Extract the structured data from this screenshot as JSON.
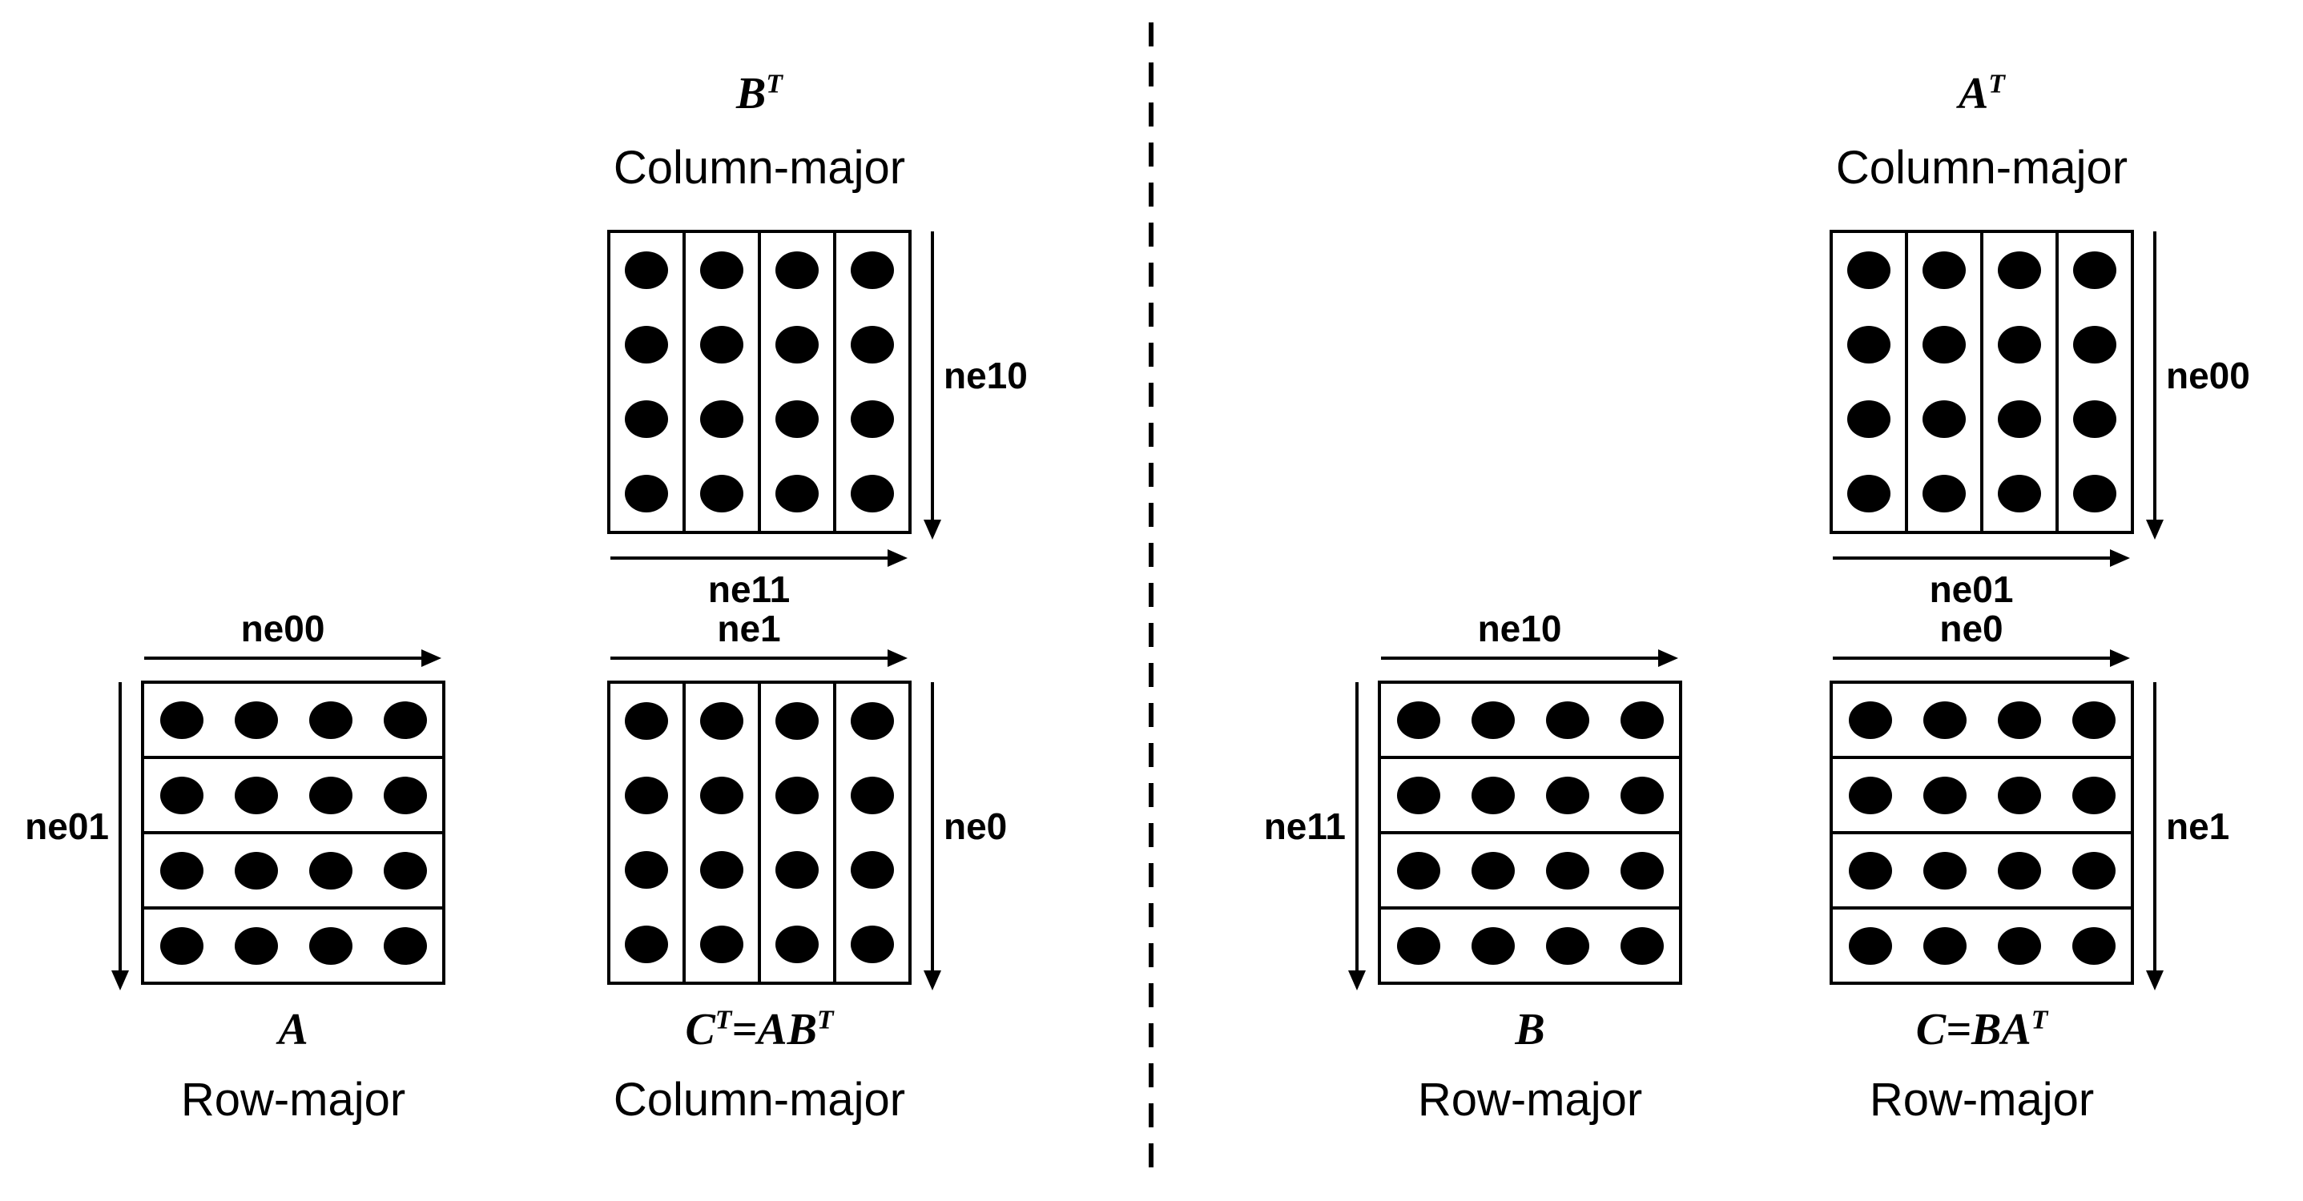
{
  "figure": {
    "description_title": "",
    "colors": {
      "ink": "#000000",
      "background": "#ffffff"
    }
  },
  "matrices": {
    "bt": {
      "name": {
        "p1": "B",
        "s1": "T"
      },
      "layout": "Column-major",
      "orientation": "column",
      "rows": 4,
      "cols": 4,
      "arrows": {
        "right": "ne10",
        "bottom": "ne11"
      }
    },
    "a": {
      "name": {
        "p1": "A"
      },
      "layout": "Row-major",
      "orientation": "row",
      "rows": 4,
      "cols": 4,
      "arrows": {
        "top": "ne00",
        "left": "ne01"
      }
    },
    "ct": {
      "name": {
        "p1": "C",
        "s1": "T",
        "p2": "=AB",
        "s2": "T"
      },
      "layout": "Column-major",
      "orientation": "column",
      "rows": 4,
      "cols": 4,
      "arrows": {
        "top": "ne1",
        "right": "ne0"
      }
    },
    "at": {
      "name": {
        "p1": "A",
        "s1": "T"
      },
      "layout": "Column-major",
      "orientation": "column",
      "rows": 4,
      "cols": 4,
      "arrows": {
        "right": "ne00",
        "bottom": "ne01"
      }
    },
    "b": {
      "name": {
        "p1": "B"
      },
      "layout": "Row-major",
      "orientation": "row",
      "rows": 4,
      "cols": 4,
      "arrows": {
        "top": "ne10",
        "left": "ne11"
      }
    },
    "c": {
      "name": {
        "p1": "C=BA",
        "s1": "T"
      },
      "layout": "Row-major",
      "orientation": "row",
      "rows": 4,
      "cols": 4,
      "arrows": {
        "top": "ne0",
        "right": "ne1"
      }
    }
  }
}
